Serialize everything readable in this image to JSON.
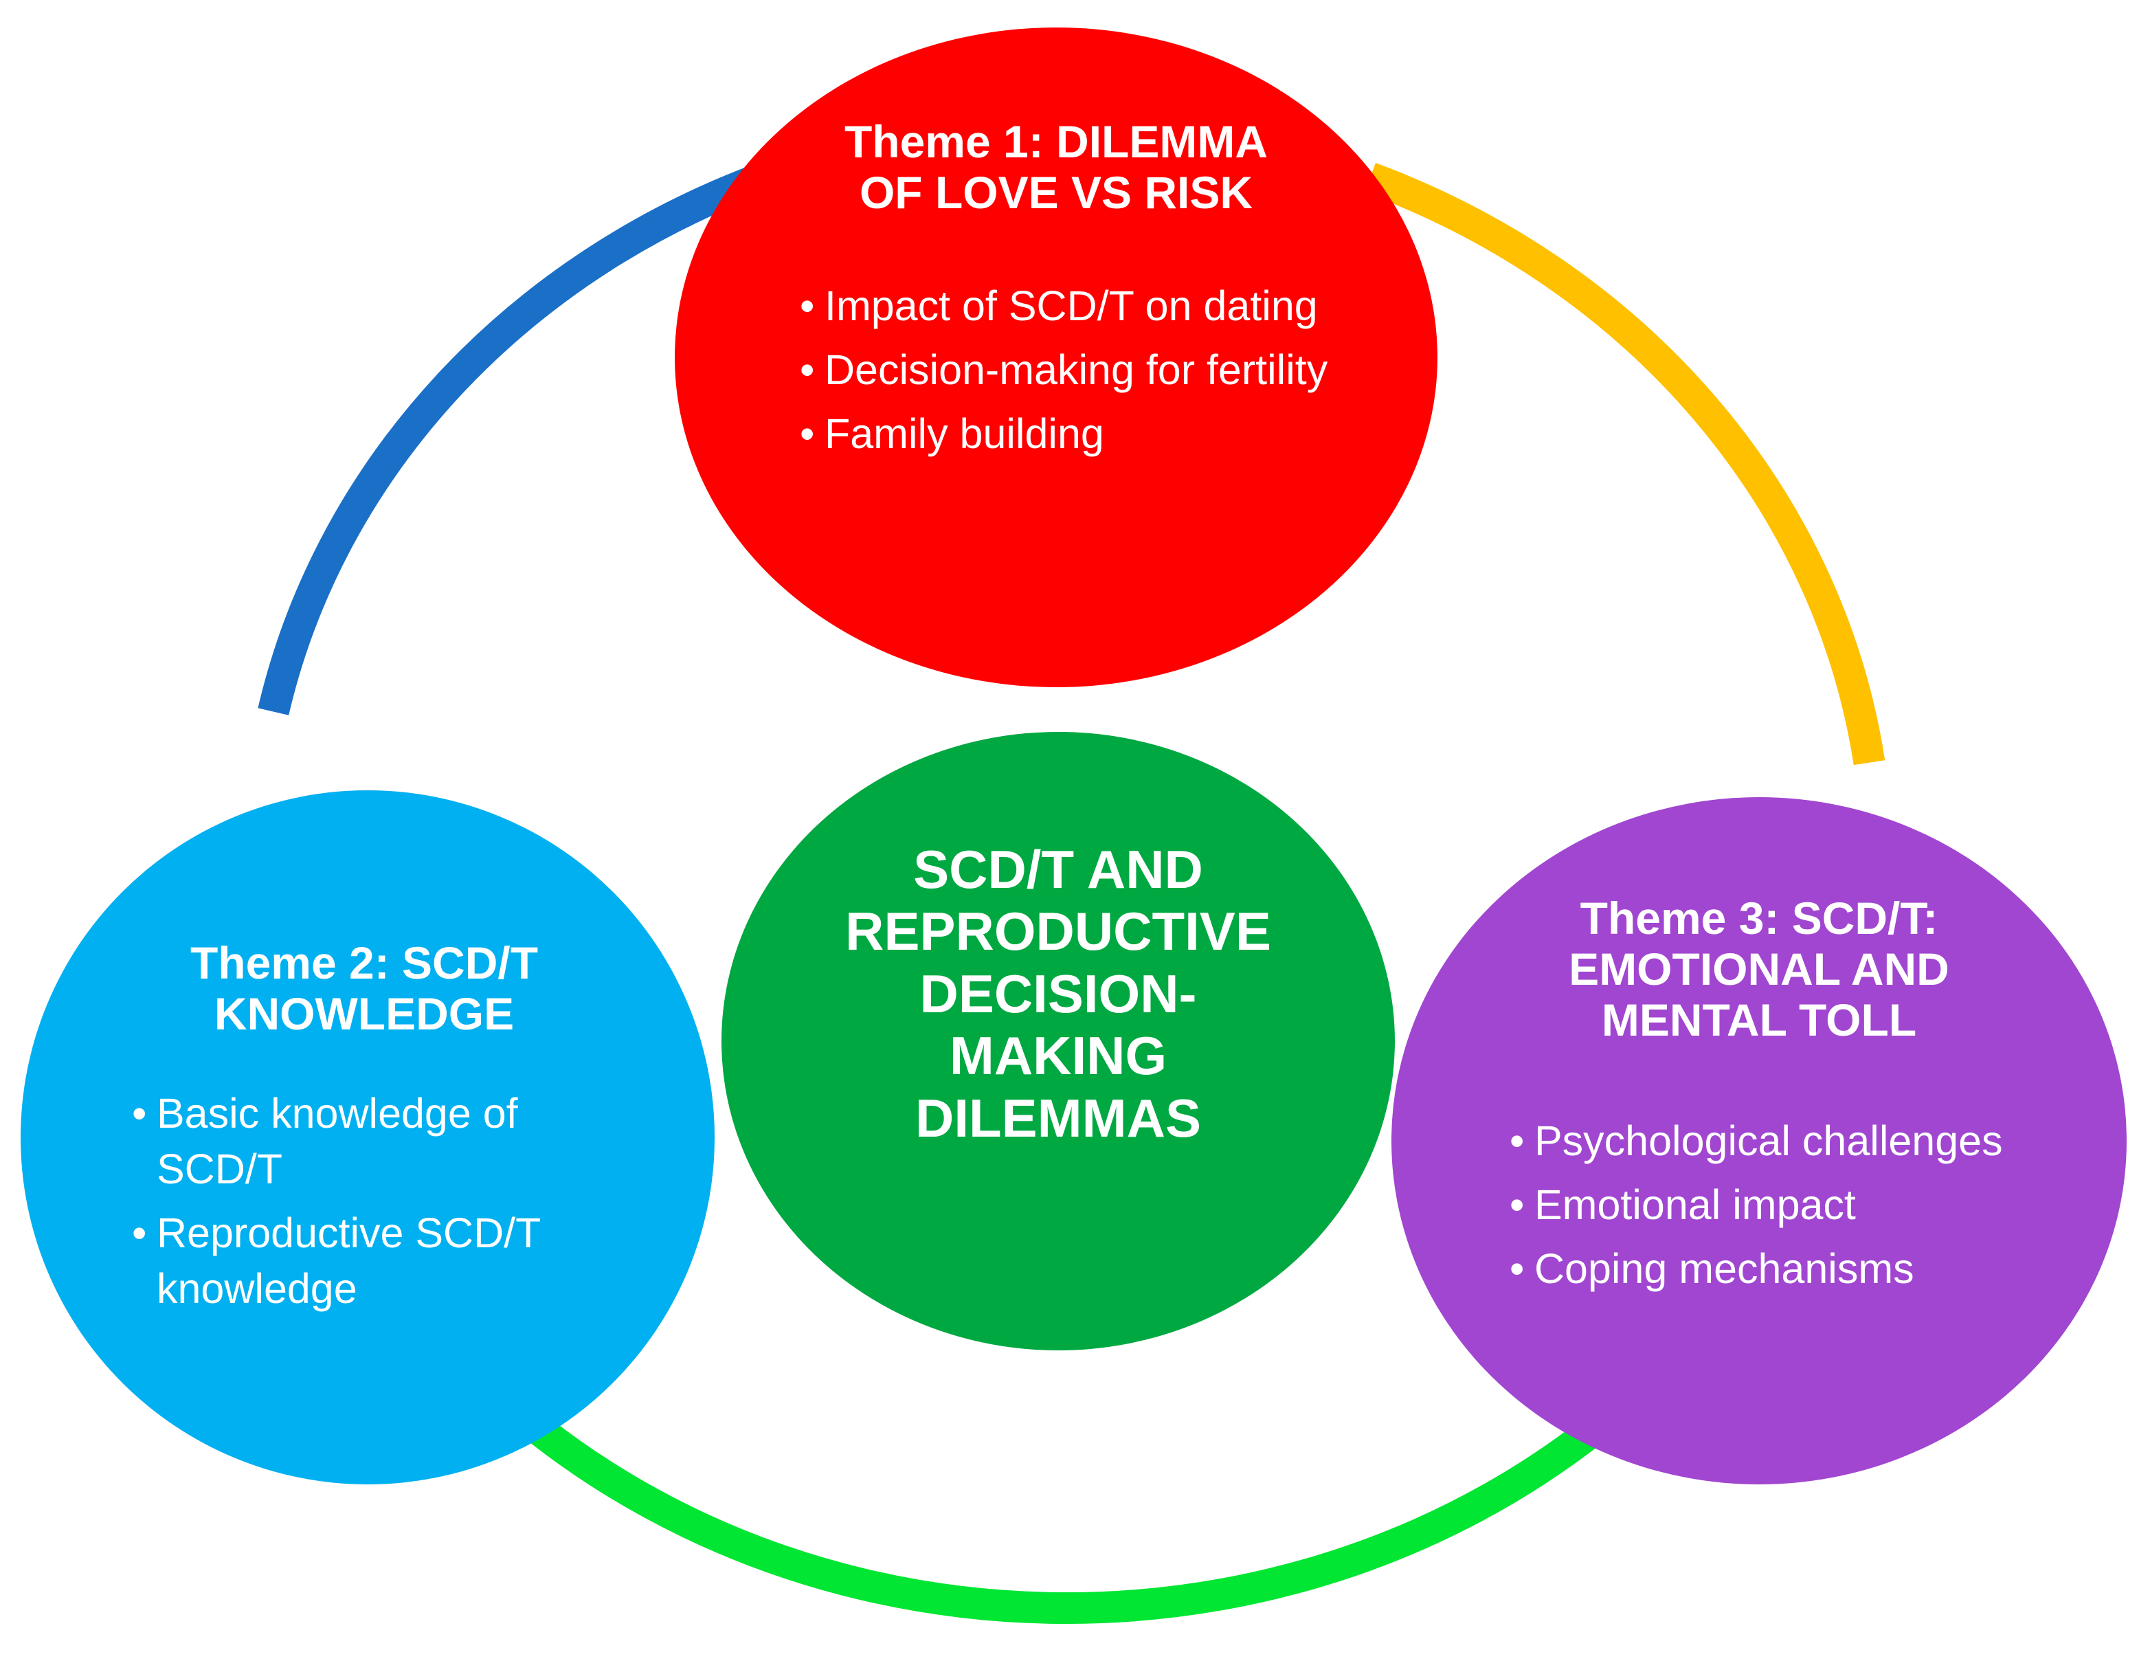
{
  "center": {
    "lines": [
      "SCD/T AND",
      "REPRODUCTIVE",
      "DECISION-",
      "MAKING",
      "DILEMMAS"
    ],
    "color": "#00a841"
  },
  "themes": [
    {
      "title_lines": [
        "Theme 1: DILEMMA",
        "OF LOVE VS RISK"
      ],
      "bullets": [
        "Impact of SCD/T on dating",
        "Decision-making for fertility",
        "Family building"
      ],
      "color": "#ff0000"
    },
    {
      "title_lines": [
        "Theme 2: SCD/T",
        "KNOWLEDGE"
      ],
      "bullets": [
        "Basic knowledge of SCD/T",
        "Reproductive SCD/T knowledge"
      ],
      "color": "#00b0f0"
    },
    {
      "title_lines": [
        "Theme 3: SCD/T:",
        "EMOTIONAL AND",
        "MENTAL TOLL"
      ],
      "bullets": [
        "Psychological challenges",
        "Emotional impact",
        "Coping mechanisms"
      ],
      "color": "#a146d0"
    }
  ],
  "ring_arcs": [
    {
      "name": "top-left",
      "color": "#1a6fc7"
    },
    {
      "name": "top-right",
      "color": "#ffc000"
    },
    {
      "name": "bottom",
      "color": "#00e632"
    }
  ]
}
